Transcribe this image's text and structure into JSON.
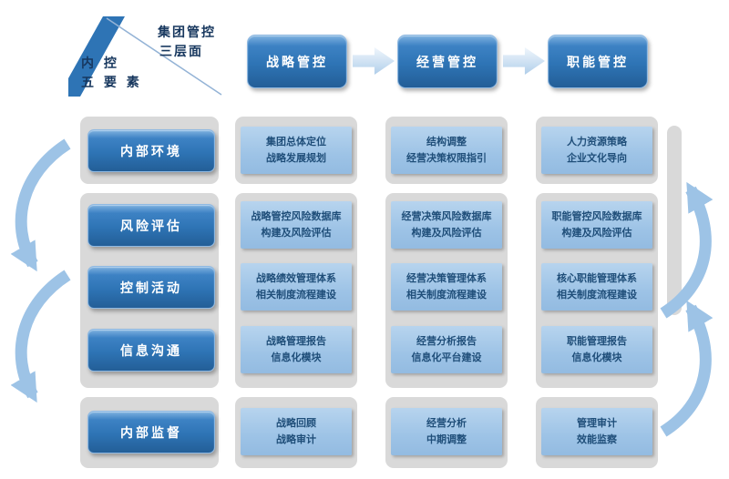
{
  "colors": {
    "header_blue": "#2E74B5",
    "cell_blue": "#9DC3E6",
    "cell_text": "#1F4E79",
    "band_gray": "#D9D9D9",
    "arrow_blue": "#9DC3E6"
  },
  "corner": {
    "top_line1": "集团管控",
    "top_line2": "三层面",
    "bottom_line1": "内 控",
    "bottom_line2": "五 要 素"
  },
  "columns": [
    {
      "label": "战略管控"
    },
    {
      "label": "经营管控"
    },
    {
      "label": "职能管控"
    }
  ],
  "rows": [
    {
      "label": "内部环境",
      "cells": [
        {
          "line1": "集团总体定位",
          "line2": "战略发展规划"
        },
        {
          "line1": "结构调整",
          "line2": "经营决策权限指引"
        },
        {
          "line1": "人力资源策略",
          "line2": "企业文化导向"
        }
      ]
    },
    {
      "label": "风险评估",
      "cells": [
        {
          "line1": "战略管控风险数据库",
          "line2": "构建及风险评估"
        },
        {
          "line1": "经营决策风险数据库",
          "line2": "构建及风险评估"
        },
        {
          "line1": "职能管控风险数据库",
          "line2": "构建及风险评估"
        }
      ]
    },
    {
      "label": "控制活动",
      "cells": [
        {
          "line1": "战略绩效管理体系",
          "line2": "相关制度流程建设"
        },
        {
          "line1": "经营决策管理体系",
          "line2": "相关制度流程建设"
        },
        {
          "line1": "核心职能管理体系",
          "line2": "相关制度流程建设"
        }
      ]
    },
    {
      "label": "信息沟通",
      "cells": [
        {
          "line1": "战略管理报告",
          "line2": "信息化模块"
        },
        {
          "line1": "经营分析报告",
          "line2": "信息化平台建设"
        },
        {
          "line1": "职能管理报告",
          "line2": "信息化模块"
        }
      ]
    },
    {
      "label": "内部监督",
      "cells": [
        {
          "line1": "战略回顾",
          "line2": "战略审计"
        },
        {
          "line1": "经营分析",
          "line2": "中期调整"
        },
        {
          "line1": "管理审计",
          "line2": "效能监察"
        }
      ]
    }
  ]
}
